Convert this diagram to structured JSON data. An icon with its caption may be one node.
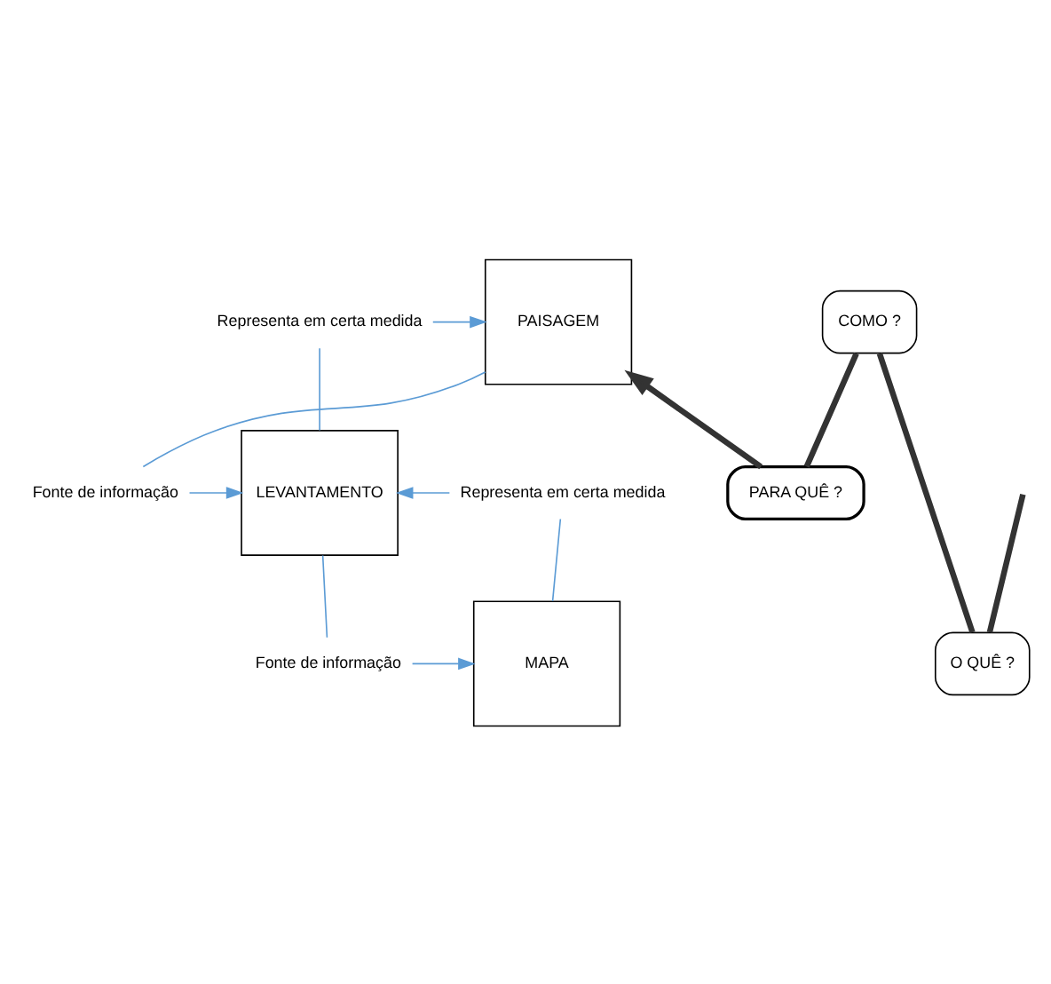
{
  "diagram": {
    "nodes": [
      {
        "text": [
          "PAISAGEM"
        ]
      },
      {
        "text": [
          "Representa em certa medida"
        ]
      },
      {
        "text": [
          "Fonte de informação"
        ]
      },
      {
        "text": [
          "LEVANTAMENTO"
        ]
      },
      {
        "text": [
          "Representa em certa medida"
        ]
      },
      {
        "text": [
          "Fonte de informação"
        ]
      },
      {
        "text": [
          "MAPA"
        ]
      },
      {
        "text": [
          "PARA QUÊ ?"
        ]
      },
      {
        "text": [
          "COMO ?"
        ]
      },
      {
        "text": [
          "O QUÊ ?"
        ]
      }
    ],
    "edges": [
      {
        "from": 0,
        "to": 2,
        "arrow": "none"
      },
      {
        "from": 2,
        "to": 3,
        "arrow": "to"
      },
      {
        "from": 3,
        "to": 1,
        "arrow": "none"
      },
      {
        "from": 1,
        "to": 0,
        "arrow": "to"
      },
      {
        "from": 3,
        "to": 5,
        "arrow": "none"
      },
      {
        "from": 5,
        "to": 6,
        "arrow": "to"
      },
      {
        "from": 6,
        "to": 4,
        "arrow": "none"
      },
      {
        "from": 4,
        "to": 3,
        "arrow": "to"
      },
      {
        "from": null,
        "to": 9,
        "arrow": "none",
        "style": "thick",
        "color": "#333333"
      },
      {
        "from": 9,
        "to": 8,
        "arrow": "none",
        "style": "thick",
        "color": "#333333"
      },
      {
        "from": 8,
        "to": 7,
        "arrow": "none",
        "style": "thick",
        "color": "#333333"
      },
      {
        "from": 7,
        "to": 0,
        "arrow": "to",
        "style": "thick",
        "color": "#333333"
      }
    ]
  }
}
